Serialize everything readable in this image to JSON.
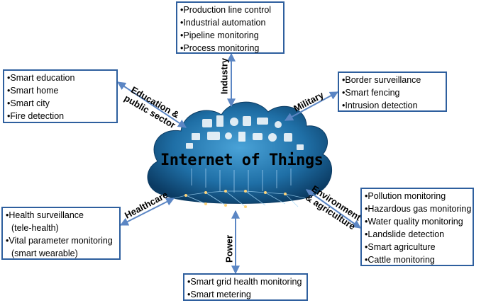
{
  "center": {
    "title": "Internet of Things"
  },
  "sectors": {
    "industry": {
      "label": "Industry",
      "items": [
        "•Production line control",
        "•Industrial automation",
        "•Pipeline monitoring",
        "•Process monitoring"
      ]
    },
    "education": {
      "label_line1": "Education &",
      "label_line2": "public sector",
      "items": [
        "•Smart education",
        "•Smart home",
        "•Smart city",
        "•Fire detection"
      ]
    },
    "military": {
      "label": "Military",
      "items": [
        "•Border surveillance",
        "•Smart fencing",
        "•Intrusion detection"
      ]
    },
    "healthcare": {
      "label": "Healthcare",
      "items": [
        "•Health surveillance",
        "(tele-health)",
        "•Vital parameter monitoring",
        "(smart wearable)"
      ]
    },
    "environment": {
      "label_line1": "Environment",
      "label_line2": "& agriculture",
      "items": [
        "•Pollution monitoring",
        "•Hazardous gas monitoring",
        "•Water quality monitoring",
        "•Landslide detection",
        "•Smart agriculture",
        "•Cattle monitoring"
      ]
    },
    "power": {
      "label": "Power",
      "items": [
        "•Smart grid health monitoring",
        "•Smart metering"
      ]
    }
  },
  "colors": {
    "box_border": "#2e5f9e",
    "arrow": "#5b86c4",
    "cloud_light": "#2d7fb8",
    "cloud_dark": "#0b3b63"
  }
}
